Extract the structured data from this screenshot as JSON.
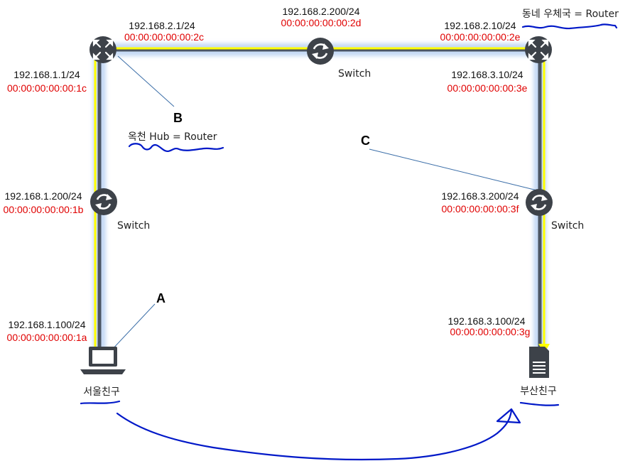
{
  "colors": {
    "link": "#4b5563",
    "glow": "#c4d9f5",
    "path": "#ffff00",
    "ip": "#111111",
    "mac": "#e00000",
    "annotation": "#0018c8",
    "callout": "#3b6ea8",
    "device": "#3d4249"
  },
  "nodes": {
    "router_left": {
      "icon": "router-icon",
      "ip": "192.168.2.1/24",
      "mac": "00:00:00:00:00:2c",
      "ip2": "192.168.1.1/24",
      "mac2": "00:00:00:00:00:1c"
    },
    "switch_top": {
      "icon": "switch-icon",
      "ip": "192.168.2.200/24",
      "mac": "00:00:00:00:00:2d",
      "label": "Switch"
    },
    "router_right": {
      "icon": "router-icon",
      "ip": "192.168.2.10/24",
      "mac": "00:00:00:00:00:2e",
      "ip2": "192.168.3.10/24",
      "mac2": "00:00:00:00:00:3e",
      "note": "동네 우체국 = Router"
    },
    "switch_left": {
      "icon": "switch-icon",
      "ip": "192.168.1.200/24",
      "mac": "00:00:00:00:00:1b",
      "label": "Switch"
    },
    "switch_right": {
      "icon": "switch-icon",
      "ip": "192.168.3.200/24",
      "mac": "00:00:00:00:00:3f",
      "label": "Switch"
    },
    "laptop": {
      "icon": "laptop-icon",
      "ip": "192.168.1.100/24",
      "mac": "00:00:00:00:00:1a",
      "label": "서울친구"
    },
    "server": {
      "icon": "server-icon",
      "ip": "192.168.3.100/24",
      "mac": "00:00:00:00:00:3g",
      "label": "부산친구"
    }
  },
  "callouts": {
    "a": {
      "letter": "A"
    },
    "b": {
      "letter": "B",
      "note": "옥천 Hub = Router"
    },
    "c": {
      "letter": "C"
    }
  }
}
